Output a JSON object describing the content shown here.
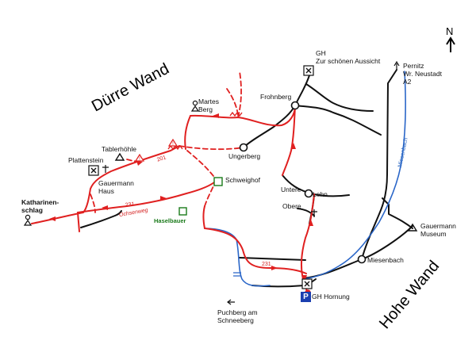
{
  "map": {
    "regions": {
      "duerre_wand": "Dürre Wand",
      "hohe_wand": "Hohe Wand"
    },
    "north": "N",
    "places": {
      "gh_line1": "GH",
      "gh_line2": "Zur schönen Aussicht",
      "pernitz_line1": "Pernitz",
      "pernitz_line2": "Wr. Neustadt",
      "pernitz_line3": "A2",
      "martes_line1": "Martes",
      "martes_line2": "Berg",
      "frohnberg": "Frohnberg",
      "tablerhoehle": "Tablerhöhle",
      "plattenstein": "Plattenstein",
      "ungerberg": "Ungerberg",
      "schweighof": "Schweighof",
      "gauermann_haus_line1": "Gauermann",
      "gauermann_haus_line2": "Haus",
      "katharinen_line1": "Katharinen-",
      "katharinen_line2": "schlag",
      "haselbauer": "Haselbauer",
      "untere": "Untere",
      "lehn": "Lehn",
      "obere": "Obere",
      "museum_line1": "Gauermann",
      "museum_line2": "Museum",
      "miesenbach": "Miesenbach",
      "gh_hornung": "GH Hornung",
      "puchberg_line1": "Puchberg am",
      "puchberg_line2": "Schneeberg",
      "parking": "P"
    },
    "trails": {
      "t201": "201",
      "t231a": "231",
      "t231b": "231",
      "ochsenweg": "Ochsenweg"
    },
    "streams": {
      "miesenbach": "Miesenbach"
    },
    "colors": {
      "trail": "#e02020",
      "road": "#111111",
      "stream": "#2a66c8",
      "parking": "#1b3fb0",
      "inn_green": "#1a7a1a"
    }
  }
}
